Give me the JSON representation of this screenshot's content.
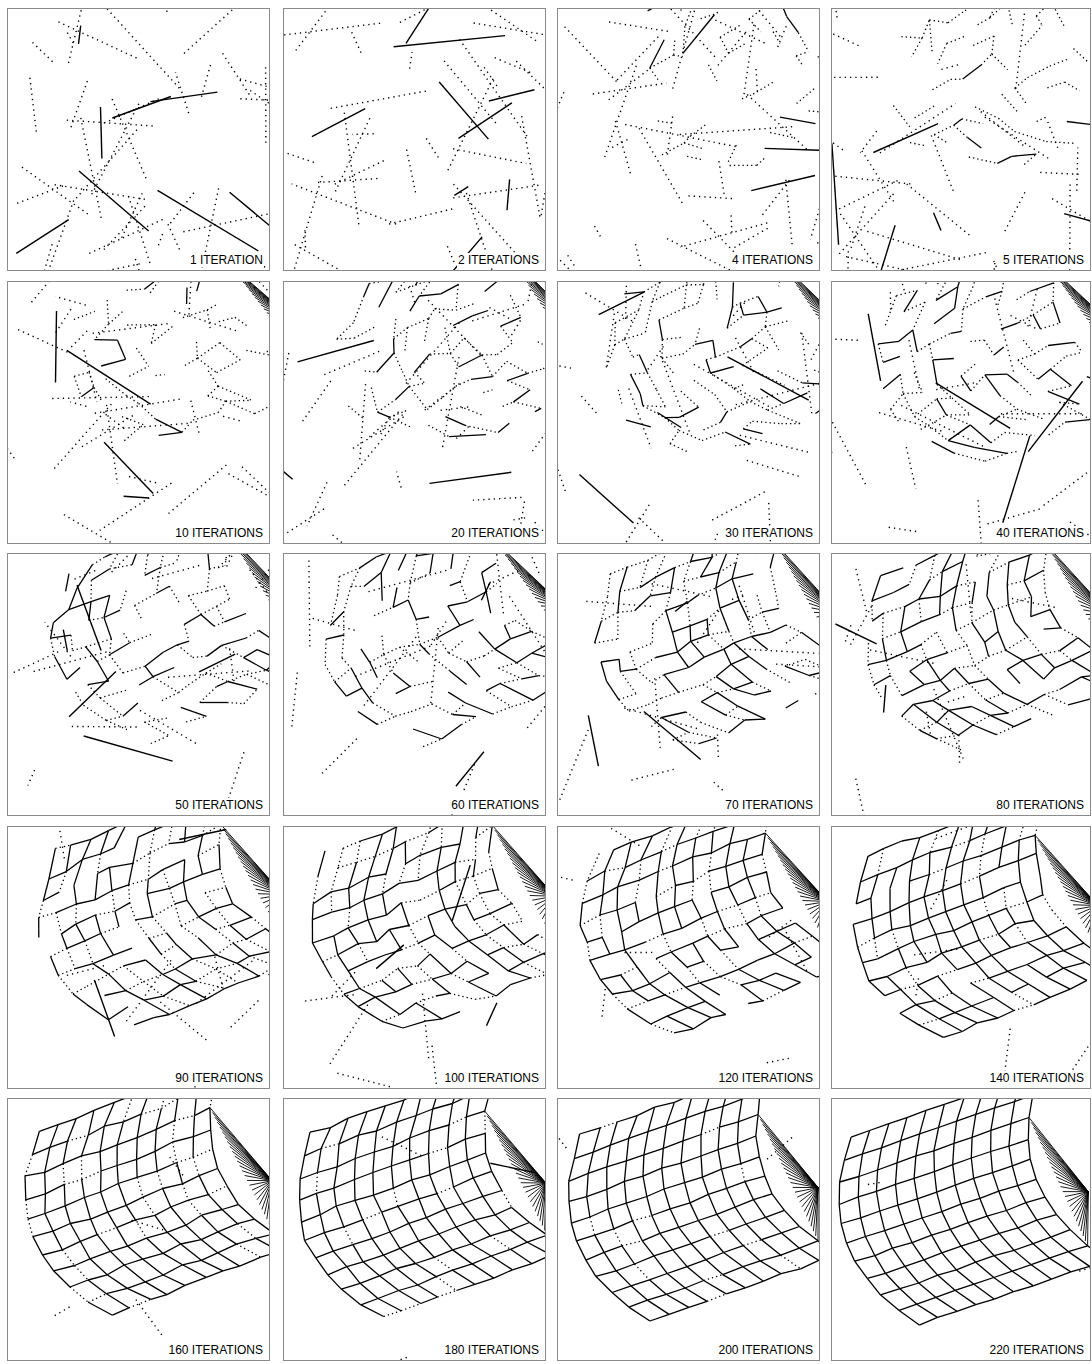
{
  "diagram": {
    "nodes": [
      {
        "text": [
          "1 ITERATION"
        ]
      },
      {
        "text": [
          "2 ITERATIONS"
        ]
      },
      {
        "text": [
          "4 ITERATIONS"
        ]
      },
      {
        "text": [
          "5 ITERATIONS"
        ]
      },
      {
        "text": [
          "10 ITERATIONS"
        ]
      },
      {
        "text": [
          "20 ITERATIONS"
        ]
      },
      {
        "text": [
          "30 ITERATIONS"
        ]
      },
      {
        "text": [
          "40 ITERATIONS"
        ]
      },
      {
        "text": [
          "50 ITERATIONS"
        ]
      },
      {
        "text": [
          "60 ITERATIONS"
        ]
      },
      {
        "text": [
          "70 ITERATIONS"
        ]
      },
      {
        "text": [
          "80 ITERATIONS"
        ]
      },
      {
        "text": [
          "90 ITERATIONS"
        ]
      },
      {
        "text": [
          "100 ITERATIONS"
        ]
      },
      {
        "text": [
          "120 ITERATIONS"
        ]
      },
      {
        "text": [
          "140 ITERATIONS"
        ]
      },
      {
        "text": [
          "160 ITERATIONS"
        ]
      },
      {
        "text": [
          "180 ITERATIONS"
        ]
      },
      {
        "text": [
          "200 ITERATIONS"
        ]
      },
      {
        "text": [
          "220 ITERATIONS"
        ]
      }
    ]
  }
}
